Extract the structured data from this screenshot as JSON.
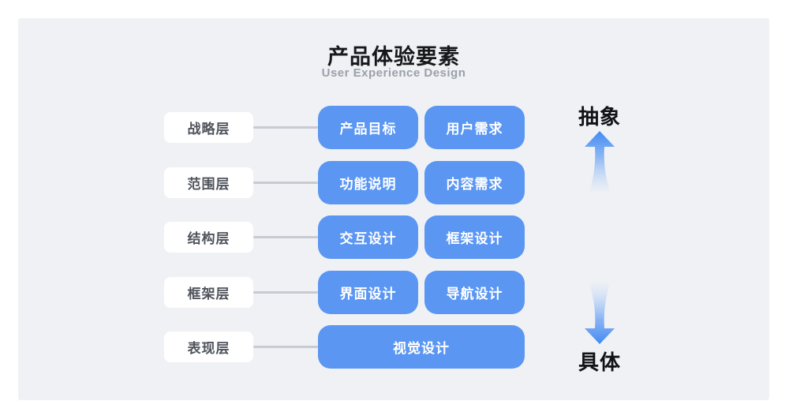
{
  "header": {
    "title": "产品体验要素",
    "subtitle": "User Experience Design"
  },
  "rows": [
    {
      "label": "战略层",
      "boxes": [
        "产品目标",
        "用户需求"
      ]
    },
    {
      "label": "范围层",
      "boxes": [
        "功能说明",
        "内容需求"
      ]
    },
    {
      "label": "结构层",
      "boxes": [
        "交互设计",
        "框架设计"
      ]
    },
    {
      "label": "框架层",
      "boxes": [
        "界面设计",
        "导航设计"
      ]
    },
    {
      "label": "表现层",
      "boxes": [
        "视觉设计"
      ]
    }
  ],
  "axis": {
    "top_label": "抽象",
    "bottom_label": "具体"
  },
  "icons": {
    "up_arrow": "gradient-up-arrow",
    "down_arrow": "gradient-down-arrow"
  },
  "colors": {
    "panel_bg": "#EFF1F5",
    "box_blue": "#5A96F2",
    "arrow_blue": "#4289F2",
    "connector_gray": "#C7CBD2",
    "label_text": "#4F545C",
    "subtitle_gray": "#9BA1A9",
    "title_black": "#17181A"
  }
}
